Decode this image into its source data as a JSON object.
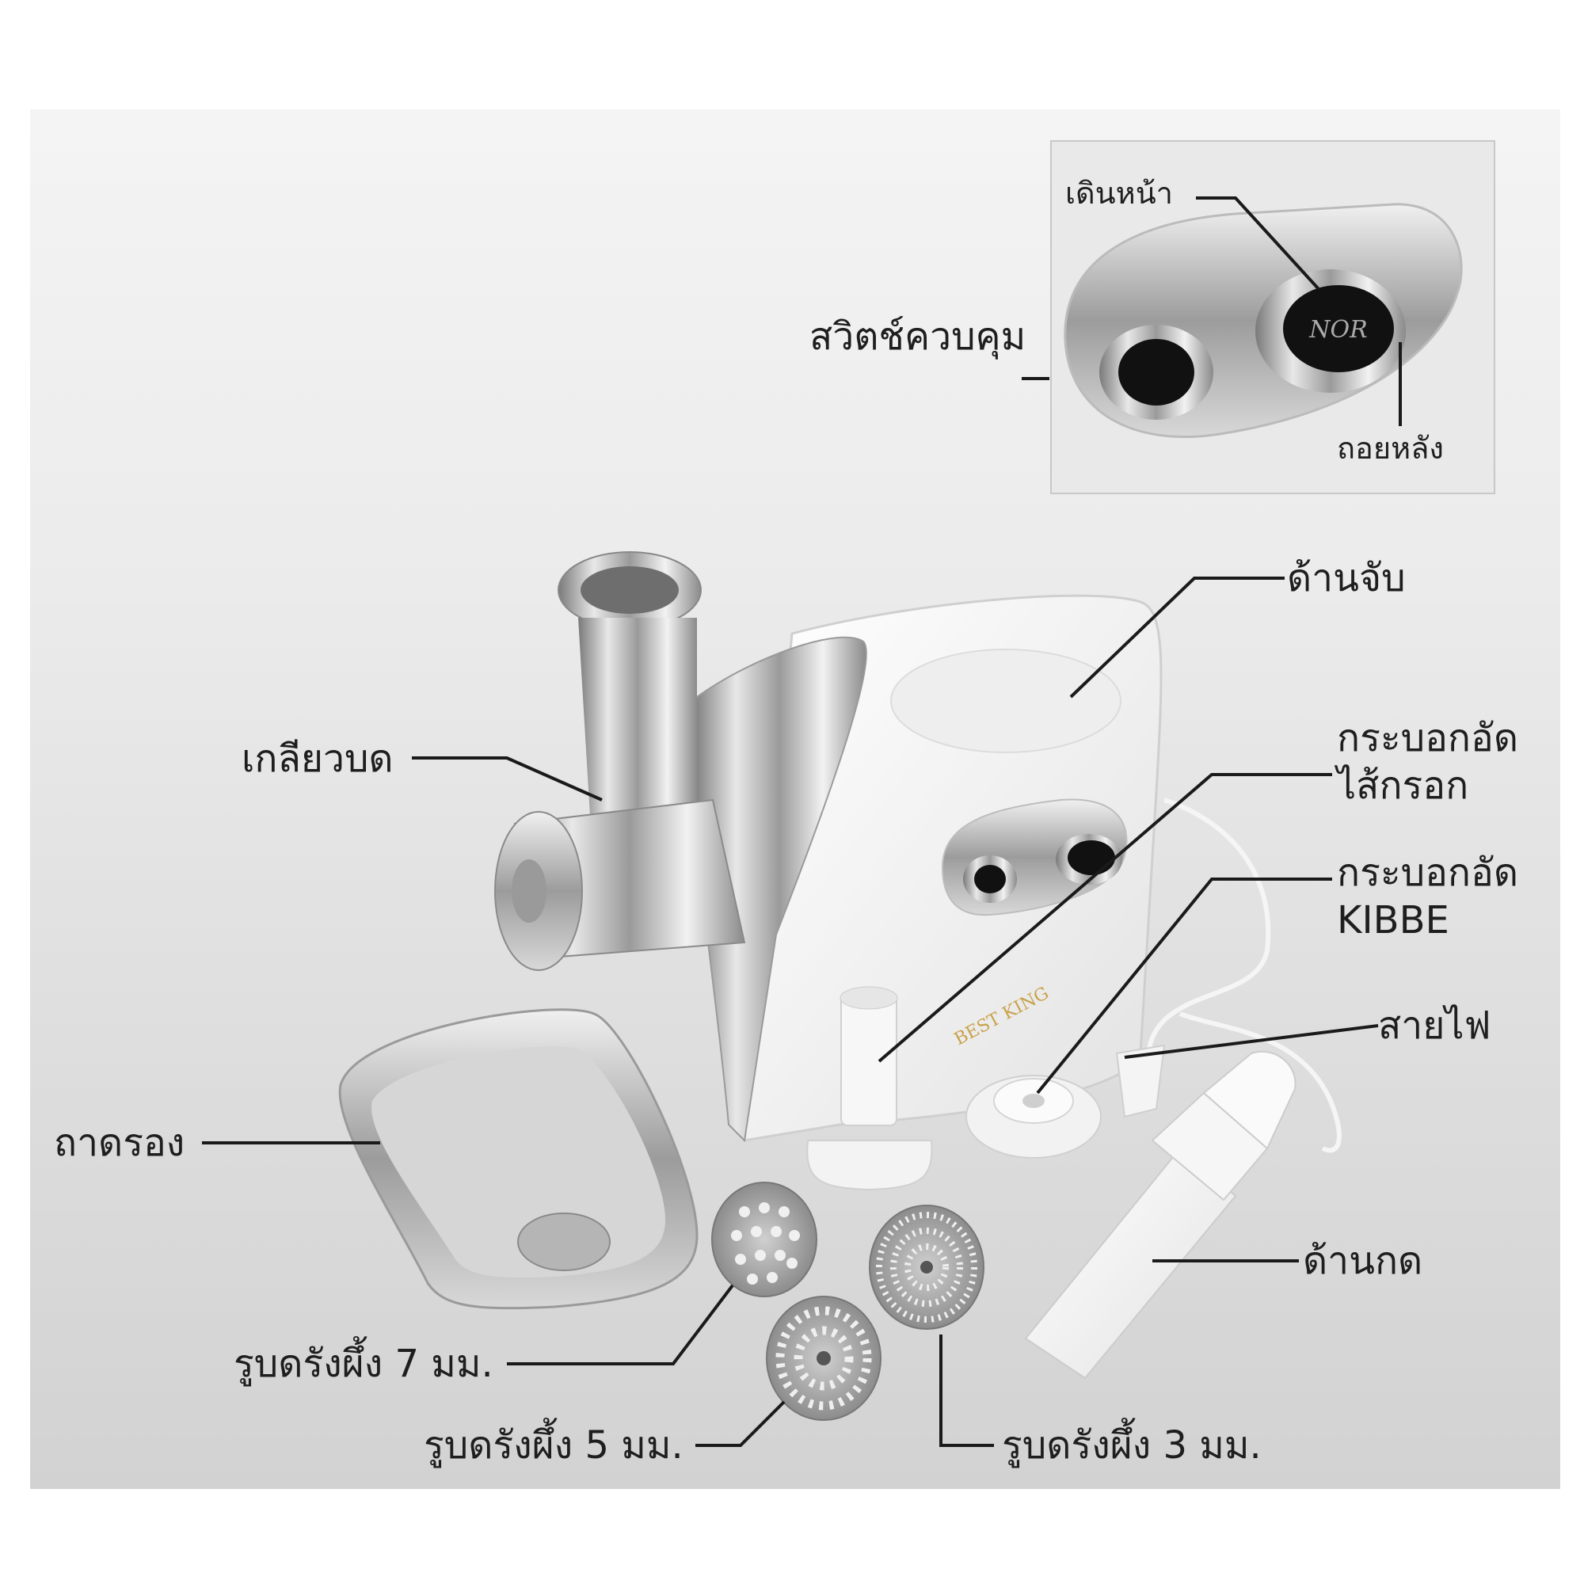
{
  "labels": {
    "forward": "เดินหน้า",
    "reverse": "ถอยหลัง",
    "control_switch": "สวิตช์ควบคุม",
    "handle": "ด้านจับ",
    "screw_ring": "เกลียวบด",
    "sausage_line1": "กระบอกอัด",
    "sausage_line2": "ไส้กรอก",
    "kibbe_line1": "กระบอกอัด",
    "kibbe_line2": "KIBBE",
    "power_cord": "สายไฟ",
    "tray": "ถาดรอง",
    "pusher": "ด้านกด",
    "plate_7mm": "รูบดรังผึ้ง 7 มม.",
    "plate_5mm": "รูบดรังผึ้ง 5 มม.",
    "plate_3mm": "รูบดรังผึ้ง 3 มม."
  },
  "switch_panel": {
    "button_right_text": "NOR"
  },
  "brand_logo": "BEST KING",
  "colors": {
    "background": "#e6e6e6",
    "leader_line": "#1a1a1a",
    "button": "#111111"
  }
}
